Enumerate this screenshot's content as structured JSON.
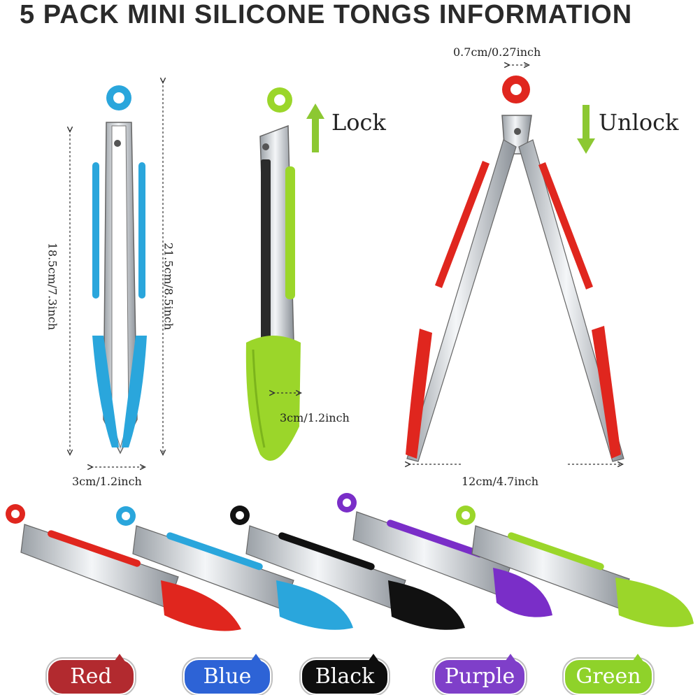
{
  "title": "5 PACK MINI SILICONE TONGS INFORMATION",
  "dimensions": {
    "top_width": "0.7cm/0.27inch",
    "length_short": "18.5cm/7.3inch",
    "length_long": "21.5cm/8.5inch",
    "width_closed": "3cm/1.2inch",
    "width_head": "3cm/1.2inch",
    "width_open": "12cm/4.7inch"
  },
  "lock_label": "Lock",
  "unlock_label": "Unlock",
  "colors_list": [
    {
      "label": "Red",
      "hex": "#d8241d"
    },
    {
      "label": "Blue",
      "hex": "#2f8fd8"
    },
    {
      "label": "Black",
      "hex": "#111111"
    },
    {
      "label": "Purple",
      "hex": "#7a2ec8"
    },
    {
      "label": "Green",
      "hex": "#9bd62a"
    }
  ],
  "pill_colors": {
    "red": "#b22a2f",
    "blue": "#2d63d6",
    "black": "#0e0e0e",
    "purple": "#7f3fc9",
    "green": "#8fd22a"
  }
}
